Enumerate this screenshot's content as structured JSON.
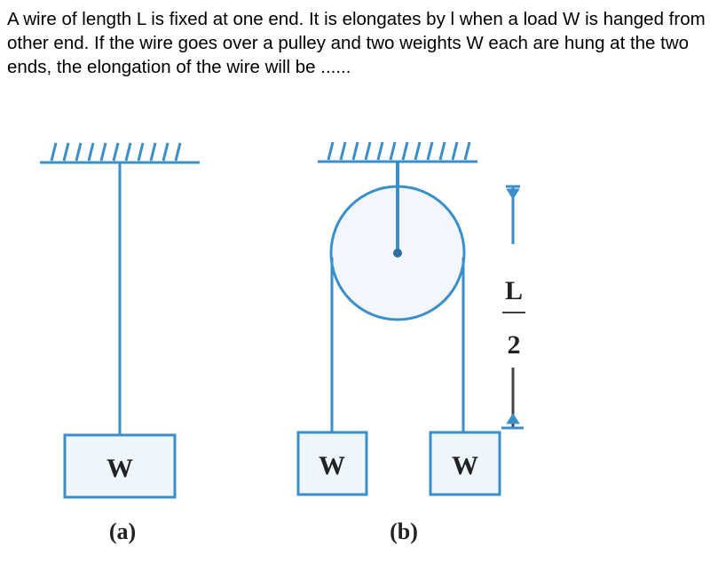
{
  "question": "A wire of length L is fixed at one end. It is elongates by l when a load W is hanged from other end. If the wire goes over a pulley and two weights W each are hung at the two ends, the elongation of the wire will be ......",
  "figure": {
    "a": {
      "weight_label": "W",
      "caption": "(a)"
    },
    "b": {
      "left_weight_label": "W",
      "right_weight_label": "W",
      "caption": "(b)",
      "length_numerator": "L",
      "length_denominator": "2"
    },
    "colors": {
      "stroke": "#3a8fc8",
      "fill": "#eef6fb",
      "text": "#222222"
    }
  }
}
